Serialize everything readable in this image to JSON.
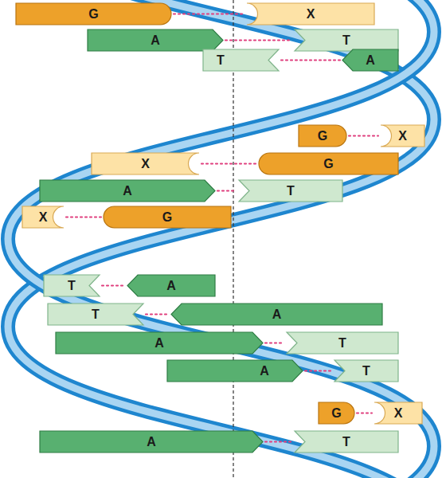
{
  "diagram": {
    "nodes": [
      {
        "text": [
          "G"
        ]
      },
      {
        "text": [
          "X"
        ]
      },
      {
        "text": [
          "A"
        ]
      },
      {
        "text": [
          "T"
        ]
      },
      {
        "text": [
          "T"
        ]
      },
      {
        "text": [
          "A"
        ]
      },
      {
        "text": [
          "G"
        ]
      },
      {
        "text": [
          "X"
        ]
      },
      {
        "text": [
          "X"
        ]
      },
      {
        "text": [
          "G"
        ]
      },
      {
        "text": [
          "A"
        ]
      },
      {
        "text": [
          "T"
        ]
      },
      {
        "text": [
          "X"
        ]
      },
      {
        "text": [
          "G"
        ]
      },
      {
        "text": [
          "T"
        ]
      },
      {
        "text": [
          "A"
        ]
      },
      {
        "text": [
          "T"
        ]
      },
      {
        "text": [
          "A"
        ]
      },
      {
        "text": [
          "A"
        ]
      },
      {
        "text": [
          "T"
        ]
      },
      {
        "text": [
          "A"
        ]
      },
      {
        "text": [
          "T"
        ]
      },
      {
        "text": [
          "G"
        ]
      },
      {
        "text": [
          "X"
        ]
      },
      {
        "text": [
          "A"
        ]
      },
      {
        "text": [
          "T"
        ]
      }
    ],
    "edges": [
      {
        "from": 0,
        "to": 1,
        "arrow": "none"
      },
      {
        "from": 2,
        "to": 3,
        "arrow": "none"
      },
      {
        "from": 4,
        "to": 5,
        "arrow": "none"
      },
      {
        "from": 6,
        "to": 7,
        "arrow": "none"
      },
      {
        "from": 8,
        "to": 9,
        "arrow": "none"
      },
      {
        "from": 10,
        "to": 11,
        "arrow": "none"
      },
      {
        "from": 12,
        "to": 13,
        "arrow": "none"
      },
      {
        "from": 14,
        "to": 15,
        "arrow": "none"
      },
      {
        "from": 16,
        "to": 17,
        "arrow": "none"
      },
      {
        "from": 18,
        "to": 19,
        "arrow": "none"
      },
      {
        "from": 20,
        "to": 21,
        "arrow": "none"
      },
      {
        "from": 22,
        "to": 23,
        "arrow": "none"
      },
      {
        "from": 24,
        "to": 25,
        "arrow": "none"
      }
    ]
  }
}
